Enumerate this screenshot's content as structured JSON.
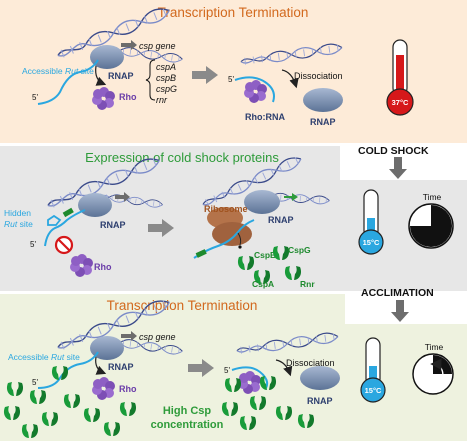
{
  "colors": {
    "panel1_bg": "#fdebd8",
    "panel2_bg": "#e7e7e7",
    "panel3_bg": "#eef2df",
    "title_orange": "#d2691e",
    "title_green": "#2e9b3a",
    "green_dark": "#1e8a2e",
    "rnap": "#7a8fb0",
    "rho": "#8e5fc4",
    "ribosome": "#b4734a",
    "rna_blue": "#2aa7e0",
    "csp_green": "#199c3a",
    "thermo_red": "#d6181a",
    "thermo_blue": "#2aa7e0",
    "arrow_grey": "#8a8a8a"
  },
  "panel1": {
    "title": "Transcription Termination",
    "csp_gene": "csp gene",
    "genes": [
      "cspA",
      "cspB",
      "cspG",
      "rnr"
    ],
    "accessible_label": "Accessible ",
    "rut_label": "Rut",
    "site_label": " site",
    "five_prime_a": "5'",
    "rnap_a": "RNAP",
    "rho_a": "Rho",
    "five_prime_b": "5'",
    "dissociation": "Dissociation",
    "rho_rna": "Rho:RNA",
    "rnap_b": "RNAP",
    "temp": "37°C"
  },
  "cold_shock_label": "COLD SHOCK",
  "panel2": {
    "title": "Expression of cold shock proteins",
    "hidden_label": "Hidden",
    "rut_label": "Rut",
    "site_label": " site",
    "five_prime_a": "5'",
    "rnap_a": "RNAP",
    "rho": "Rho",
    "ribosome": "Ribosome",
    "rnap_b": "RNAP",
    "proteins": [
      "CspB",
      "CspG",
      "CspA",
      "Rnr"
    ],
    "temp": "15°C",
    "time_label": "Time"
  },
  "acclimation_label": "ACCLIMATION",
  "panel3": {
    "title": "Transcription Termination",
    "csp_gene": "csp gene",
    "accessible_label": "Accessible ",
    "rut_label": "Rut",
    "site_label": " site",
    "five_prime_a": "5'",
    "rnap_a": "RNAP",
    "rho": "Rho",
    "five_prime_b": "5'",
    "dissociation": "Dissociation",
    "rnap_b": "RNAP",
    "high_csp_line1": "High Csp",
    "high_csp_line2": "concentration",
    "temp": "15°C",
    "time_label": "Time"
  },
  "clock_fractions": {
    "cold_shock": 0.75,
    "acclimation": 0.25
  }
}
